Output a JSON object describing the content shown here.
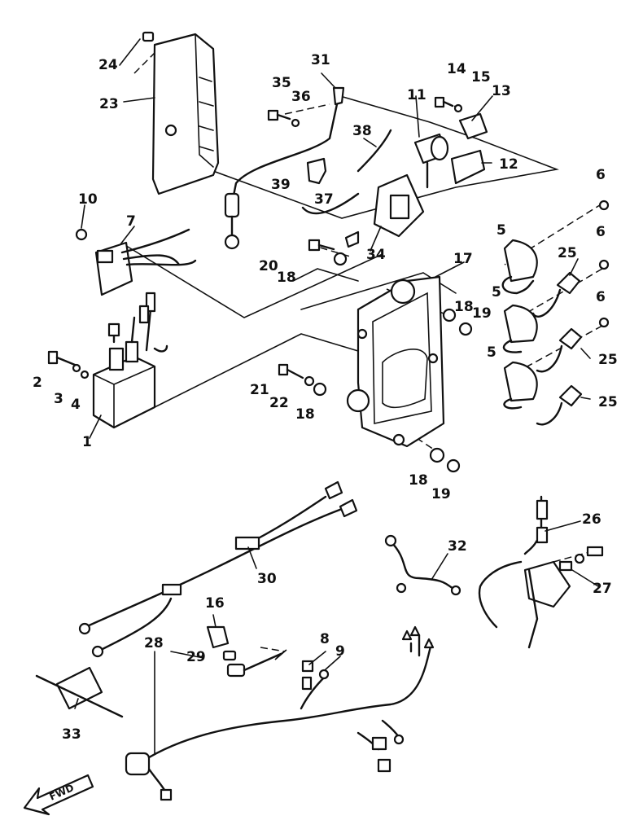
{
  "labels": [
    "1",
    "2",
    "3",
    "4",
    "5",
    "6",
    "7",
    "8",
    "9",
    "10",
    "11",
    "12",
    "13",
    "14",
    "15",
    "16",
    "17",
    "18",
    "19",
    "20",
    "21",
    "22",
    "23",
    "24",
    "25",
    "26",
    "27",
    "28",
    "29",
    "30",
    "31",
    "32",
    "33",
    "34",
    "35",
    "36",
    "37",
    "38",
    "39"
  ],
  "fwd_arrow": "FWD"
}
